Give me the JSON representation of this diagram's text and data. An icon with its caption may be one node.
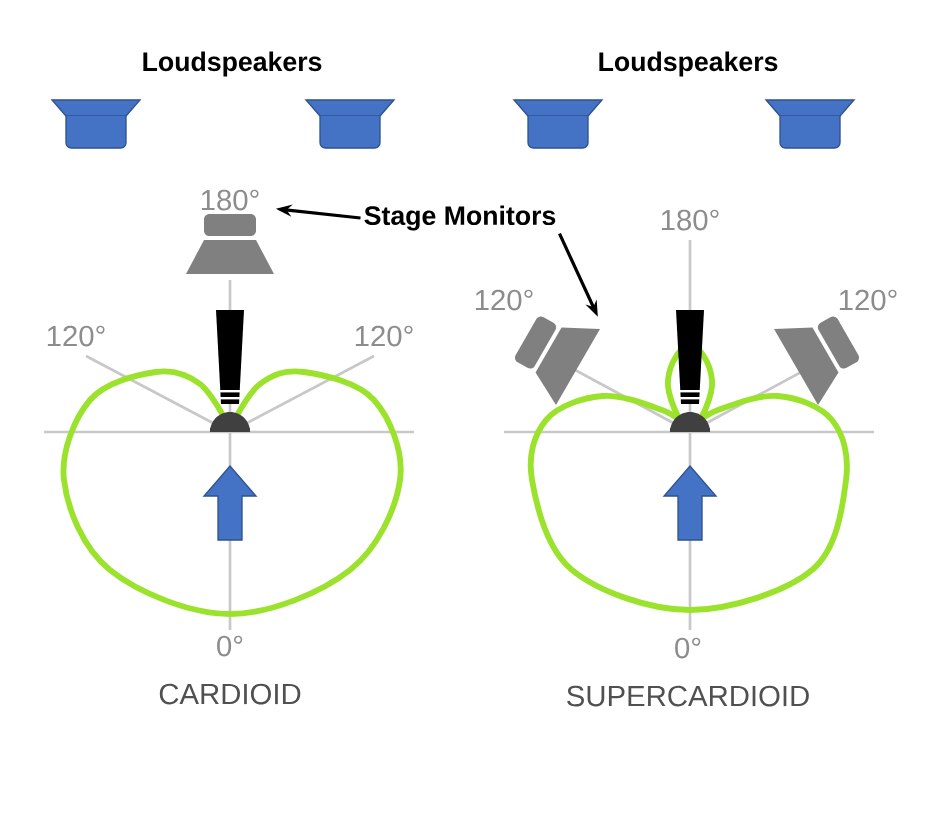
{
  "diagram": {
    "nodes": [
      {
        "text": [
          "Stage Monitors"
        ]
      },
      {
        "text": [],
        "shape": "speaker"
      },
      {
        "text": [],
        "shape": "speaker"
      },
      {
        "text": [],
        "shape": "speaker"
      }
    ],
    "edges": [
      {
        "from": 0,
        "to": 1,
        "arrow": "to"
      },
      {
        "from": 0,
        "to": 2,
        "arrow": "to"
      }
    ],
    "labels": [
      "Loudspeakers",
      "Loudspeakers",
      "180°",
      "180°",
      "120°",
      "120°",
      "120°",
      "120°",
      "0°",
      "0°",
      "CARDIOID",
      "SUPERCARDIOID"
    ]
  }
}
